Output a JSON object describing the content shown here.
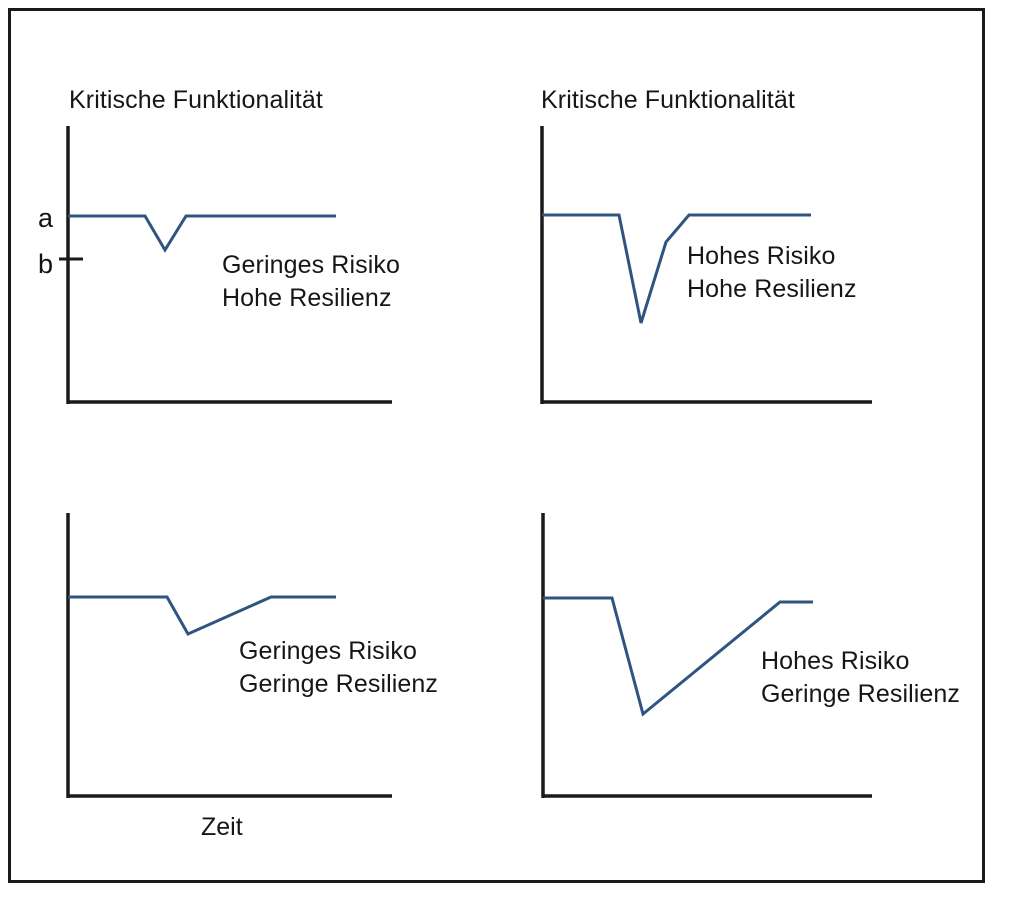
{
  "figure": {
    "title_left_top": "Kritische Funktionalität",
    "title_right_top": "Kritische Funktionalität",
    "x_axis_label": "Zeit",
    "y_tick_a": "a",
    "y_tick_b": "b",
    "axis_color": "#1a1a1a",
    "curve_color": "#2f5480",
    "frame_color": "#1a1a1a",
    "background": "#ffffff"
  },
  "panels": [
    {
      "id": "top-left",
      "title": "Kritische Funktionalität",
      "annotation_line1": "Geringes Risiko",
      "annotation_line2": "Hohe Resilienz",
      "risk": "gering",
      "resilience": "hoch"
    },
    {
      "id": "top-right",
      "title": "Kritische Funktionalität",
      "annotation_line1": "Hohes Risiko",
      "annotation_line2": "Hohe Resilienz",
      "risk": "hoch",
      "resilience": "hoch"
    },
    {
      "id": "bottom-left",
      "title": "",
      "annotation_line1": "Geringes Risiko",
      "annotation_line2": "Geringe Resilienz",
      "risk": "gering",
      "resilience": "gering"
    },
    {
      "id": "bottom-right",
      "title": "",
      "annotation_line1": "Hohes Risiko",
      "annotation_line2": "Geringe Resilienz",
      "risk": "hoch",
      "resilience": "gering"
    }
  ],
  "chart_data": {
    "type": "line",
    "title": "Kritische Funktionalität über die Zeit — Risiko und Resilienz",
    "xlabel": "Zeit",
    "ylabel": "Kritische Funktionalität",
    "grid": false,
    "legend": "none",
    "xlim": [
      0,
      100
    ],
    "ylim": [
      0,
      100
    ],
    "y_tick_labels": [
      "a",
      "b"
    ],
    "y_tick_values": [
      80,
      65
    ],
    "panels": [
      {
        "name": "Geringes Risiko / Hohe Resilienz",
        "annotation": [
          "Geringes Risiko",
          "Hohe Resilienz"
        ],
        "x": [
          0,
          39,
          46,
          52,
          100
        ],
        "y": [
          80,
          80,
          68,
          80,
          80
        ],
        "drop_depth": 12,
        "recovery_time": 6
      },
      {
        "name": "Hohes Risiko / Hohe Resilienz",
        "annotation": [
          "Hohes Risiko",
          "Hohe Resilienz"
        ],
        "x": [
          0,
          29,
          37,
          46,
          55,
          100
        ],
        "y": [
          80,
          80,
          41,
          68,
          80,
          80
        ],
        "drop_depth": 39,
        "recovery_time": 18
      },
      {
        "name": "Geringes Risiko / Geringe Resilienz",
        "annotation": [
          "Geringes Risiko",
          "Geringe Resilienz"
        ],
        "x": [
          0,
          37,
          45,
          76,
          100
        ],
        "y": [
          80,
          80,
          67,
          80,
          80
        ],
        "drop_depth": 13,
        "recovery_time": 31
      },
      {
        "name": "Hohes Risiko / Geringe Resilienz",
        "annotation": [
          "Hohes Risiko",
          "Geringe Resilienz"
        ],
        "x": [
          0,
          26,
          37,
          88,
          100
        ],
        "y": [
          80,
          80,
          41,
          79,
          79
        ],
        "drop_depth": 39,
        "recovery_time": 51
      }
    ]
  }
}
